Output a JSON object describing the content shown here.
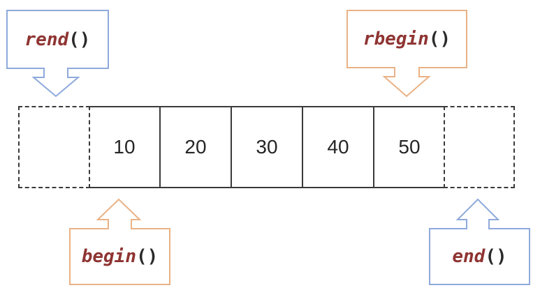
{
  "colors": {
    "blue": "#8ea9db",
    "orange": "#e9b286",
    "code_red": "#8e3432",
    "paren_dark": "#2a2a2a",
    "number_dark": "#262626",
    "line_dark": "#3a3a3a"
  },
  "array": {
    "values": [
      "10",
      "20",
      "30",
      "40",
      "50"
    ]
  },
  "callouts": {
    "rend": {
      "label": "rend",
      "parens": "()"
    },
    "rbegin": {
      "label": "rbegin",
      "parens": "()"
    },
    "begin": {
      "label": "begin",
      "parens": "()"
    },
    "end": {
      "label": "end",
      "parens": "()"
    }
  }
}
